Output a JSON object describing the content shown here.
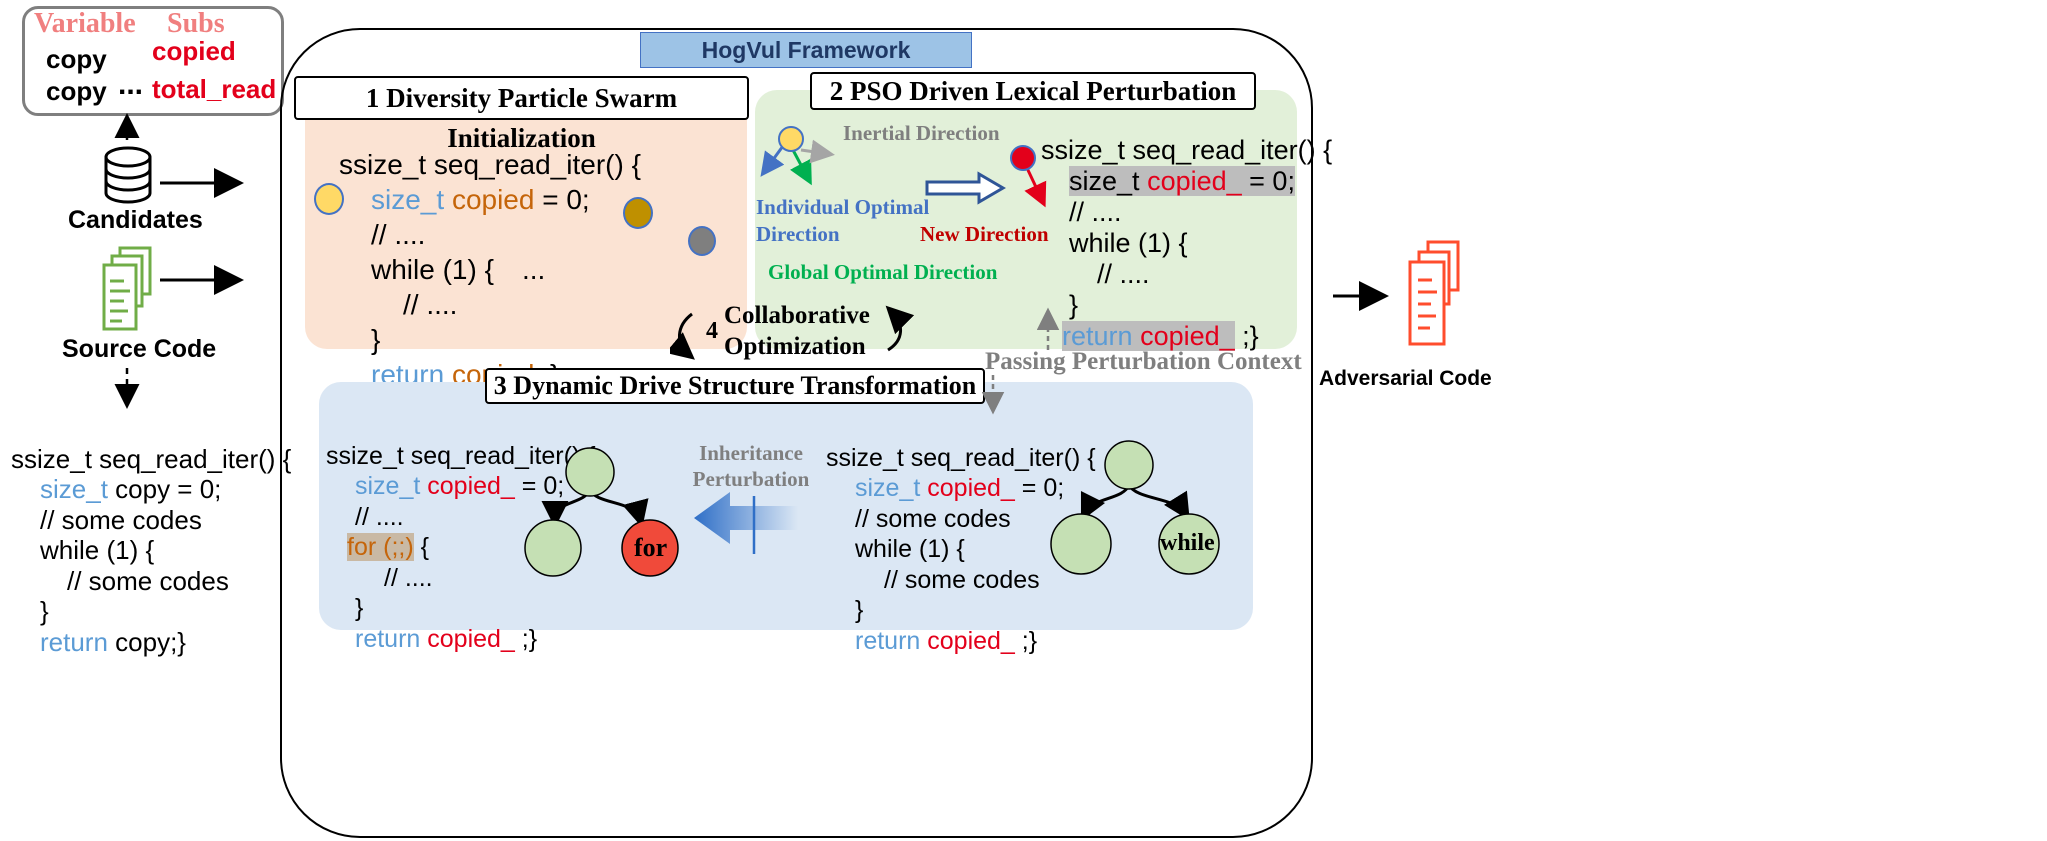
{
  "candidates_box": {
    "header_variable": "Variable",
    "header_subs": "Subs",
    "row1_var": "copy",
    "row1_sub": "copied",
    "row2_var": "copy",
    "row2_ellipsis": "...",
    "row2_sub": "total_read"
  },
  "left": {
    "candidates_label": "Candidates",
    "source_label": "Source Code",
    "code": {
      "l1": "ssize_t seq_read_iter() {",
      "l2_type": "size_t",
      "l2_rest": " copy = 0;",
      "l3": "// some codes",
      "l4": "while (1) {",
      "l5": "// some codes",
      "l6": "}",
      "l7_kw": "return",
      "l7_rest": " copy;}"
    }
  },
  "framework": {
    "title": "HogVul  Framework",
    "step1": {
      "title": "1 Diversity Particle Swarm Initialization",
      "l1": "ssize_t seq_read_iter() {",
      "l2_type": "size_t",
      "l2_var": "copied",
      "l2_rest": " = 0;",
      "l3": "// ....",
      "l4": "while (1) {",
      "l4_dots": "...",
      "l5": "// ....",
      "l6": "}",
      "l7_kw": "return",
      "l7_var": "copied",
      "l7_rest": " ;}"
    },
    "step2": {
      "title": "2 PSO Driven Lexical  Perturbation",
      "inertial": "Inertial Direction",
      "individual": "Individual Optimal Direction",
      "new_dir": "New Direction",
      "global": "Global Optimal Direction",
      "l1": "ssize_t seq_read_iter() {",
      "l2_type": "size_t",
      "l2_var": "copied_",
      "l2_rest": " = 0;",
      "l3": "// ....",
      "l4": "while (1) {",
      "l5": "// ....",
      "l6": "}",
      "l7_kw": "return",
      "l7_var": "copied_",
      "l7_rest": " ;}"
    },
    "step4": {
      "number": "4",
      "line1": "Collaborative",
      "line2": "Optimization"
    },
    "passing": "Passing Perturbation Context",
    "step3": {
      "title": "3 Dynamic Drive  Structure Transformation",
      "inheritance": "Inheritance Perturbation",
      "left_code": {
        "l1": "ssize_t seq_read_iter() {",
        "l2_type": "size_t",
        "l2_var": "copied_",
        "l2_rest": " = 0;",
        "l3": "// ....",
        "l4_kw": "for (;;)",
        "l4_rest": " {",
        "l5": "// ....",
        "l6": "}",
        "l7_kw": "return",
        "l7_var": "copied_",
        "l7_rest": " ;}"
      },
      "right_code": {
        "l1": "ssize_t seq_read_iter() {",
        "l2_type": "size_t",
        "l2_var": "copied_",
        "l2_rest": " = 0;",
        "l3": "// some codes",
        "l4": "while (1) {",
        "l5": "// some codes",
        "l6": "}",
        "l7_kw": "return",
        "l7_var": "copied_",
        "l7_rest": " ;}"
      },
      "tree_left_node": "for",
      "tree_right_node": "while"
    }
  },
  "output_label": "Adversarial Code",
  "colors": {
    "orange_panel": "#fbe3d3",
    "green_panel": "#e2f0d9",
    "blue_panel": "#dbe7f4",
    "title_fill": "#9dc3e6",
    "node_green": "#c5e0b4",
    "node_red": "#f04a3a"
  }
}
